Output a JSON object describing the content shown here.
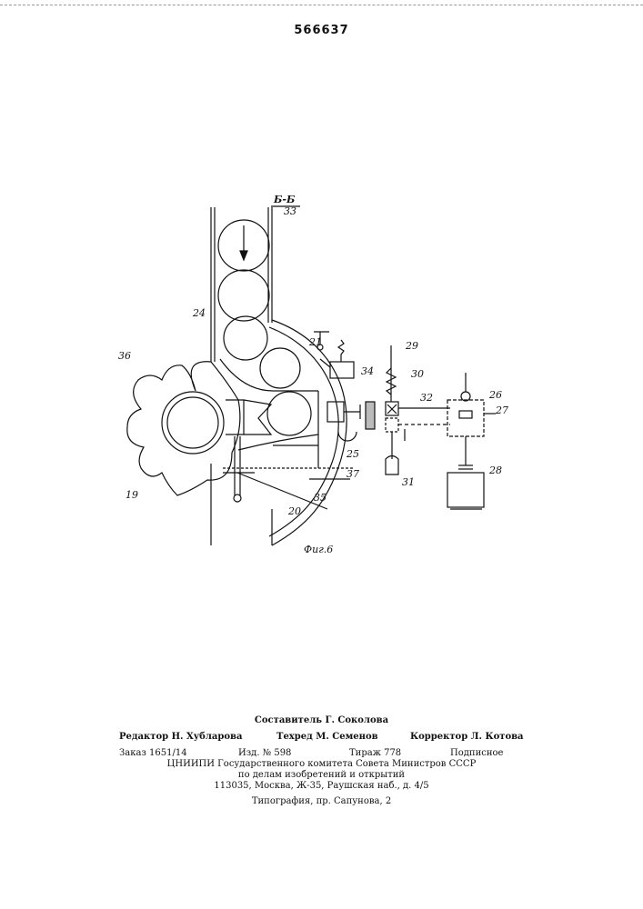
{
  "header": {
    "patent_number": "566637"
  },
  "figure": {
    "section_mark": "Б-Б",
    "caption": "Фиг.6",
    "labels": {
      "l33": "33",
      "l24": "24",
      "l21": "21",
      "l34": "34",
      "l29": "29",
      "l30": "30",
      "l32": "32",
      "l26": "26",
      "l27": "27",
      "l36": "36",
      "l25": "25",
      "l37": "37",
      "l31": "31",
      "l28": "28",
      "l19": "19",
      "l35": "35",
      "l20": "20"
    }
  },
  "imprint": {
    "compiler": "Составитель Г. Соколова",
    "editor": "Редактор Н. Хубларова",
    "techred": "Техред М. Семенов",
    "corrector": "Корректор Л. Котова",
    "order": "Заказ 1651/14",
    "edition": "Изд. № 598",
    "print_run": "Тираж 778",
    "subscription": "Подписное",
    "institute": "ЦНИИПИ Государственного комитета Совета Министров СССР",
    "institute_sub": "по делам изобретений и открытий",
    "address": "113035, Москва, Ж-35, Раушская наб., д. 4/5",
    "printer": "Типография, пр. Сапунова, 2"
  }
}
